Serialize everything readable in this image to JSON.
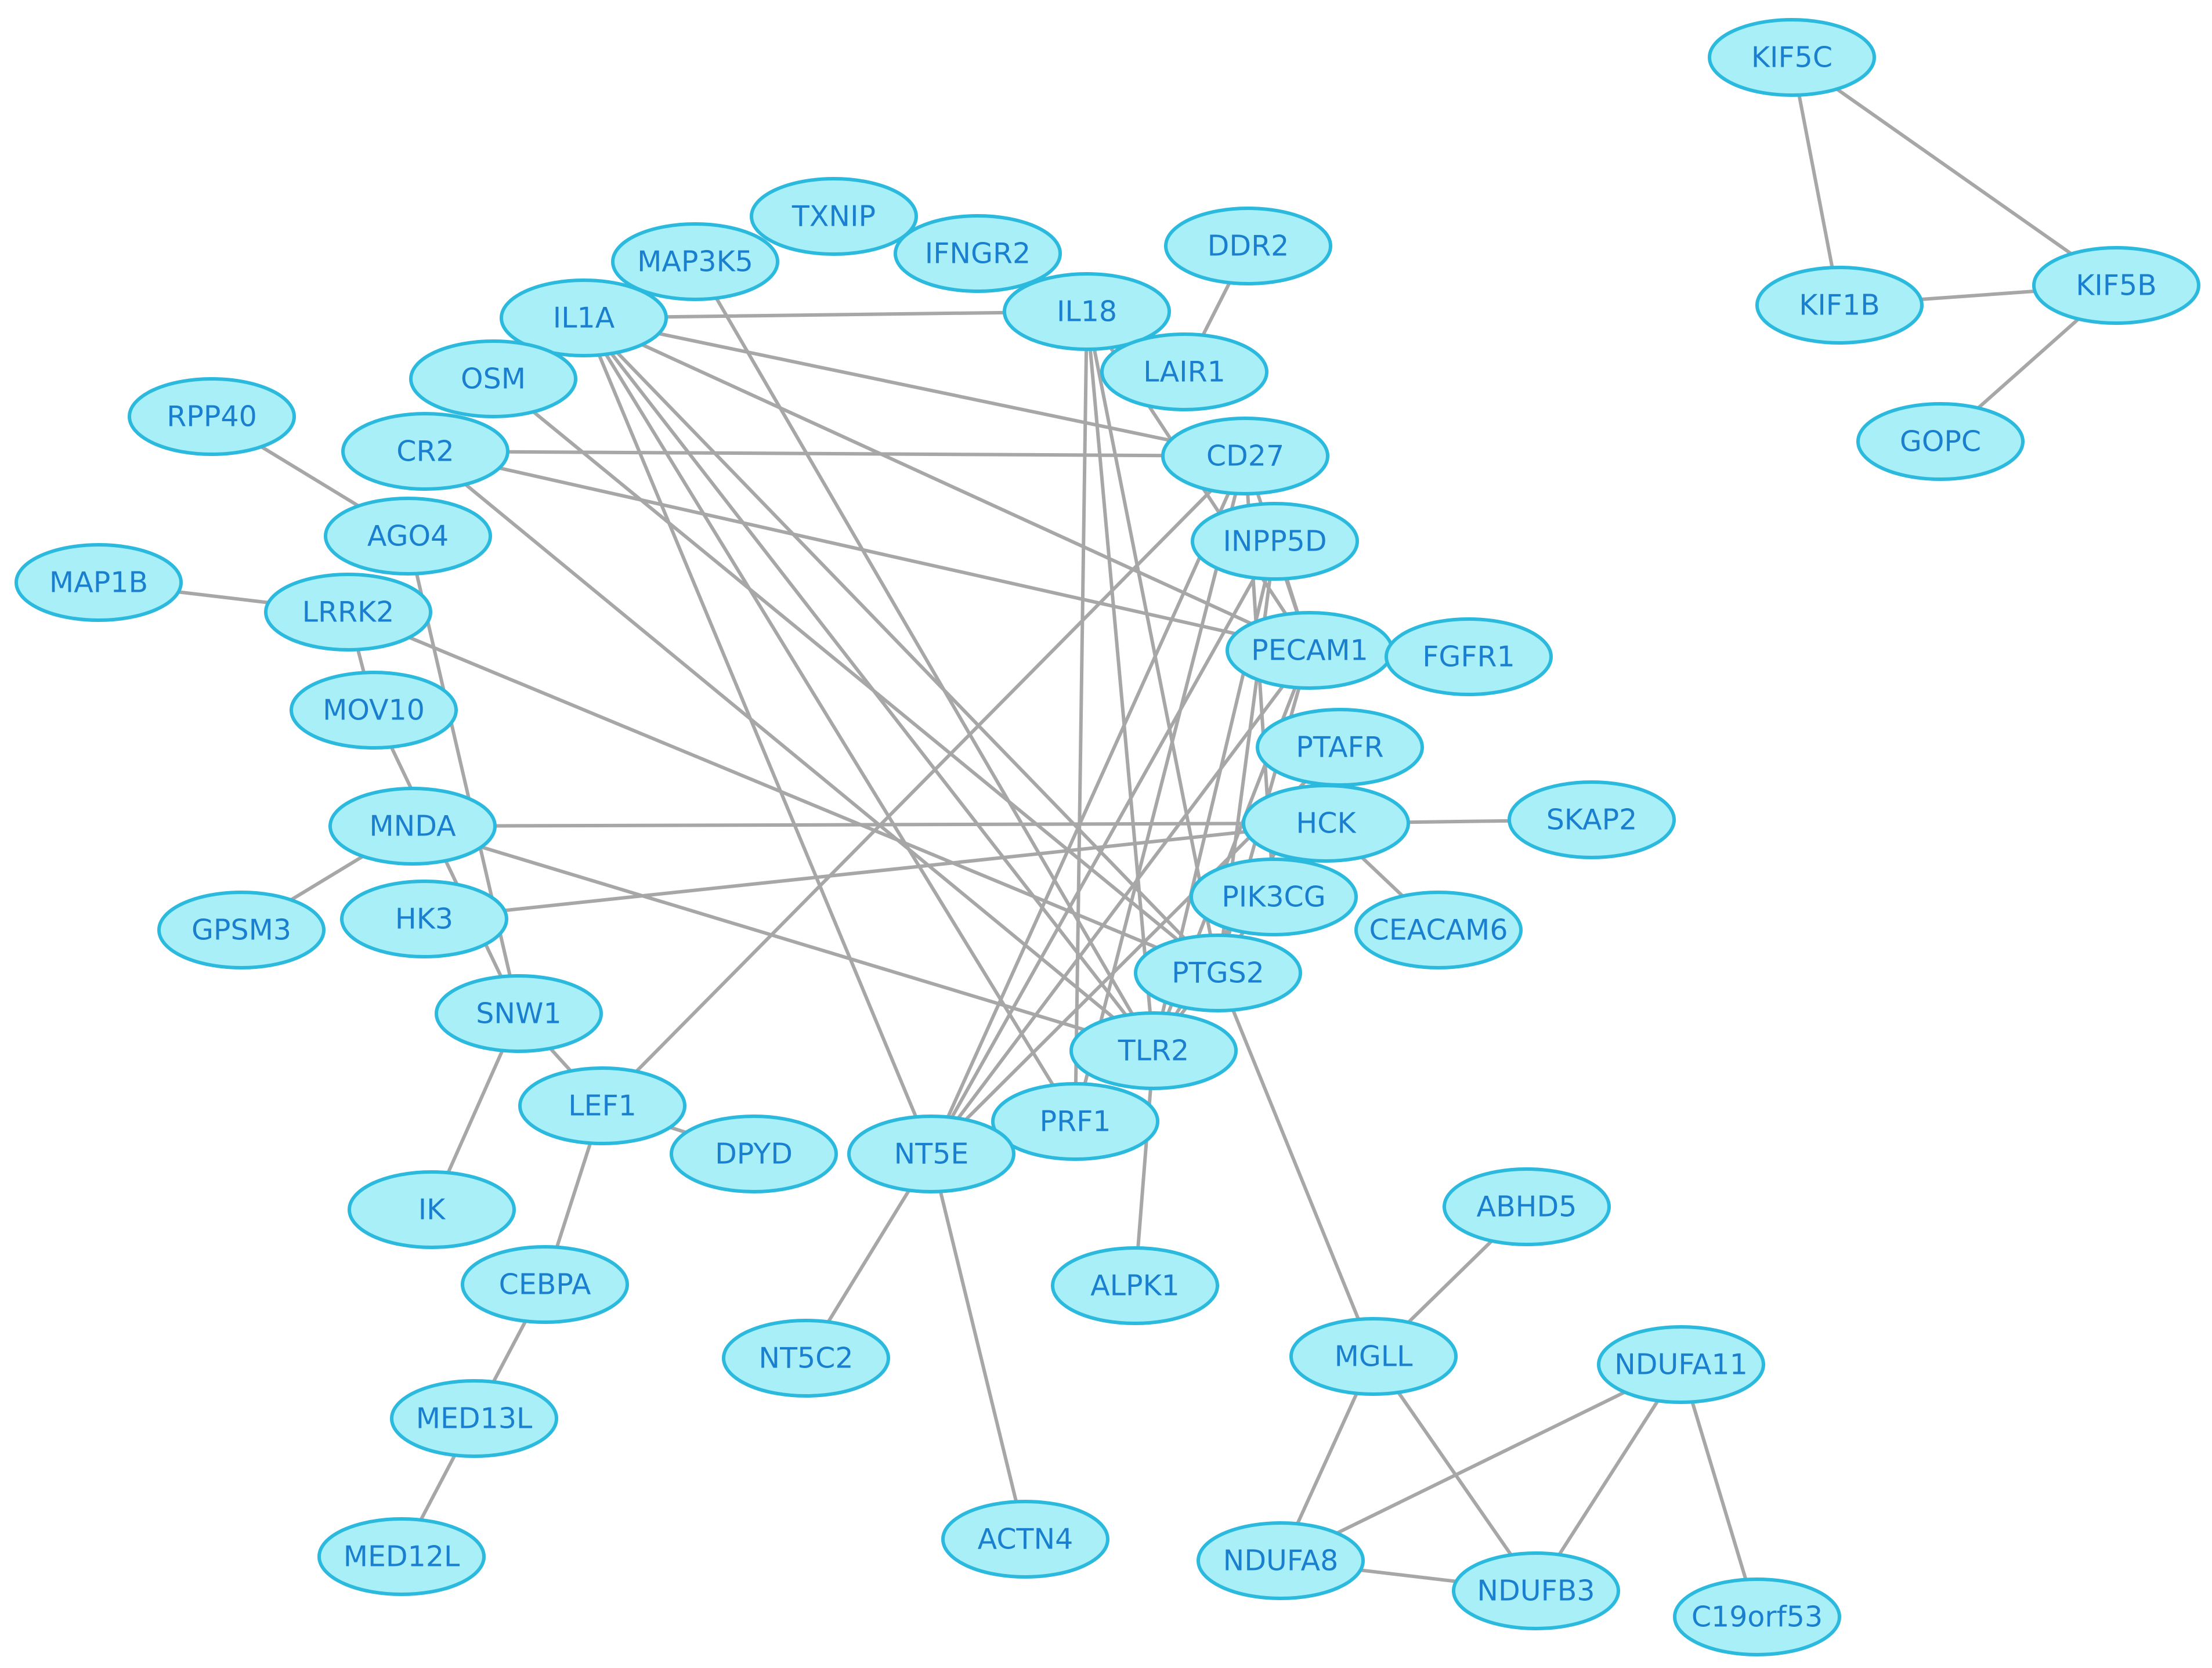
{
  "chart_data": {
    "type": "network",
    "colors": {
      "node_fill": "#a8eff8",
      "node_stroke": "#2cb9de",
      "label": "#1a7fcf",
      "edge": "#a7a7a7"
    },
    "nodes": [
      "TXNIP",
      "MAP3K5",
      "IFNGR2",
      "IL1A",
      "IL18",
      "DDR2",
      "LAIR1",
      "OSM",
      "CR2",
      "CD27",
      "RPP40",
      "AGO4",
      "INPP5D",
      "MAP1B",
      "LRRK2",
      "PECAM1",
      "FGFR1",
      "MOV10",
      "PTAFR",
      "MNDA",
      "HCK",
      "SKAP2",
      "PIK3CG",
      "CEACAM6",
      "GPSM3",
      "HK3",
      "PTGS2",
      "SNW1",
      "TLR2",
      "LEF1",
      "PRF1",
      "DPYD",
      "NT5E",
      "IK",
      "ALPK1",
      "CEBPA",
      "NT5C2",
      "MGLL",
      "ABHD5",
      "NDUFA11",
      "MED13L",
      "MED12L",
      "ACTN4",
      "NDUFA8",
      "NDUFB3",
      "C19orf53",
      "KIF5C",
      "KIF1B",
      "KIF5B",
      "GOPC"
    ],
    "edges": [
      [
        "KIF5C",
        "KIF1B"
      ],
      [
        "KIF5C",
        "KIF5B"
      ],
      [
        "KIF1B",
        "KIF5B"
      ],
      [
        "KIF5B",
        "GOPC"
      ],
      [
        "RPP40",
        "AGO4"
      ],
      [
        "MAP1B",
        "LRRK2"
      ],
      [
        "AGO4",
        "SNW1"
      ],
      [
        "LRRK2",
        "MOV10"
      ],
      [
        "MOV10",
        "SNW1"
      ],
      [
        "MNDA",
        "GPSM3"
      ],
      [
        "SNW1",
        "IK"
      ],
      [
        "SNW1",
        "LEF1"
      ],
      [
        "LEF1",
        "CEBPA"
      ],
      [
        "CEBPA",
        "MED13L"
      ],
      [
        "MED13L",
        "MED12L"
      ],
      [
        "LEF1",
        "DPYD"
      ],
      [
        "LEF1",
        "CD27"
      ],
      [
        "NT5E",
        "NT5C2"
      ],
      [
        "NT5E",
        "ACTN4"
      ],
      [
        "TLR2",
        "ALPK1"
      ],
      [
        "DDR2",
        "LAIR1"
      ],
      [
        "PECAM1",
        "FGFR1"
      ],
      [
        "HCK",
        "SKAP2"
      ],
      [
        "HCK",
        "CEACAM6"
      ],
      [
        "PTGS2",
        "MGLL"
      ],
      [
        "MGLL",
        "ABHD5"
      ],
      [
        "MGLL",
        "NDUFA8"
      ],
      [
        "MGLL",
        "NDUFB3"
      ],
      [
        "NDUFA11",
        "NDUFA8"
      ],
      [
        "NDUFA11",
        "NDUFB3"
      ],
      [
        "NDUFA11",
        "C19orf53"
      ],
      [
        "NDUFA8",
        "NDUFB3"
      ],
      [
        "IL1A",
        "IL18"
      ],
      [
        "IL1A",
        "CD27"
      ],
      [
        "IL1A",
        "PECAM1"
      ],
      [
        "IL1A",
        "PTGS2"
      ],
      [
        "IL1A",
        "TLR2"
      ],
      [
        "IL1A",
        "NT5E"
      ],
      [
        "IL1A",
        "PRF1"
      ],
      [
        "MAP3K5",
        "TLR2"
      ],
      [
        "OSM",
        "PTGS2"
      ],
      [
        "CR2",
        "CD27"
      ],
      [
        "CR2",
        "PECAM1"
      ],
      [
        "CR2",
        "TLR2"
      ],
      [
        "LRRK2",
        "PTGS2"
      ],
      [
        "MNDA",
        "HCK"
      ],
      [
        "MNDA",
        "TLR2"
      ],
      [
        "HK3",
        "HCK"
      ],
      [
        "IL18",
        "PECAM1"
      ],
      [
        "IL18",
        "TLR2"
      ],
      [
        "IL18",
        "PRF1"
      ],
      [
        "IL18",
        "PTGS2"
      ],
      [
        "CD27",
        "NT5E"
      ],
      [
        "CD27",
        "PRF1"
      ],
      [
        "INPP5D",
        "NT5E"
      ],
      [
        "INPP5D",
        "TLR2"
      ],
      [
        "INPP5D",
        "PTGS2"
      ],
      [
        "PECAM1",
        "TLR2"
      ],
      [
        "PECAM1",
        "NT5E"
      ],
      [
        "PECAM1",
        "PTGS2"
      ],
      [
        "PTAFR",
        "TLR2"
      ],
      [
        "PTAFR",
        "NT5E"
      ],
      [
        "HCK",
        "TLR2"
      ],
      [
        "CD27",
        "PECAM1"
      ],
      [
        "INPP5D",
        "PECAM1"
      ],
      [
        "CD27",
        "PIK3CG"
      ]
    ]
  }
}
